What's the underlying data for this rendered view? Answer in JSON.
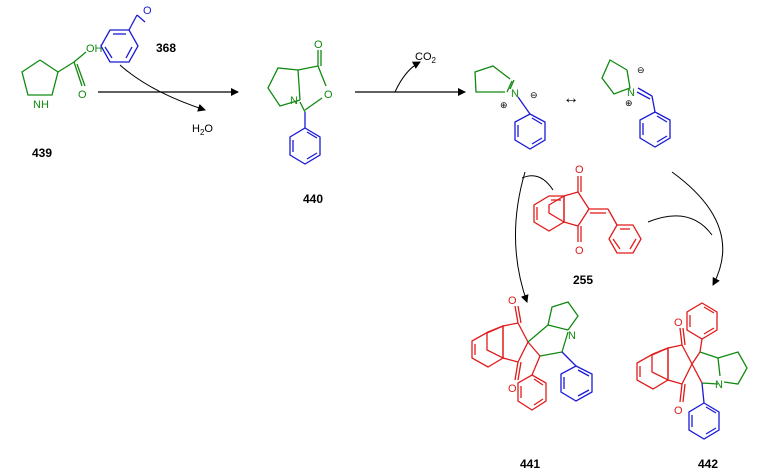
{
  "colors": {
    "proline": "#118a11",
    "aldehyde": "#1a1ad6",
    "dipolarophile": "#e11b1b",
    "ink": "#000000"
  },
  "compounds": {
    "proline": "439",
    "benzaldehyde": "368",
    "oxazolidinone": "440",
    "benzylidene_indanedione": "255",
    "product_a": "441",
    "product_b": "442"
  },
  "reagents": {
    "byproduct_water": "H2O",
    "byproduct_co2": "CO2"
  },
  "atoms": {
    "oh": "OH",
    "nh": "NH",
    "o": "O",
    "n": "N",
    "h2o_h": "H",
    "h2o_sub": "2",
    "h2o_o": "O",
    "co2_co": "CO",
    "co2_sub": "2"
  },
  "charges": {
    "plus": "⊕",
    "minus": "⊖"
  },
  "symbols": {
    "resonance_arrow": "↔"
  }
}
